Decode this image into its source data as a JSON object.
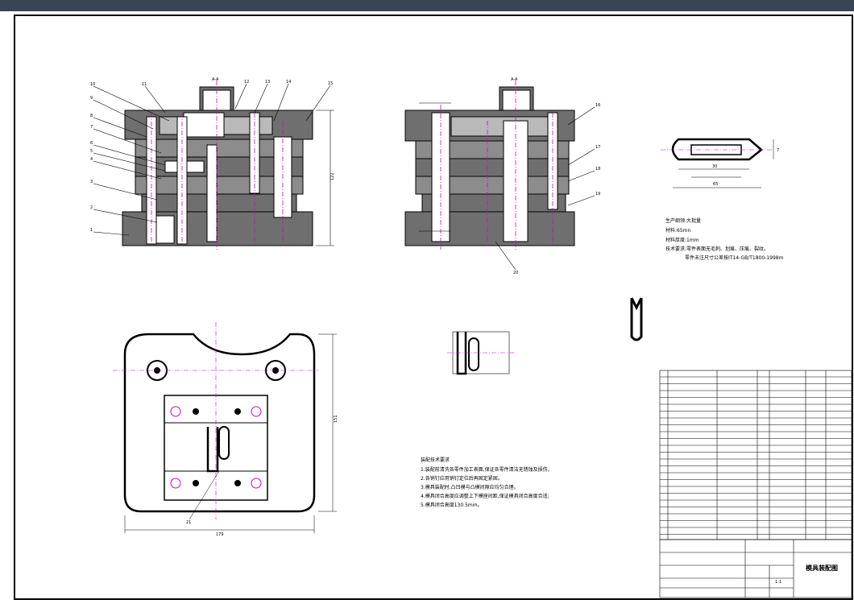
{
  "drawing": {
    "section_label_left": "A-A",
    "section_label_mid": "A-A",
    "balloons_left": [
      "10",
      "11",
      "12",
      "13",
      "14",
      "15",
      "9",
      "8",
      "7",
      "6",
      "5",
      "4",
      "3",
      "2",
      "1"
    ],
    "balloons_mid": [
      "16",
      "17",
      "18",
      "19",
      "20"
    ],
    "balloon_plan": "21",
    "dim_height_left": "122",
    "dim_plan_width": "179",
    "dim_plan_height": "151",
    "part_dims": [
      "65",
      "30",
      "7"
    ],
    "material_block": {
      "line1": "生产纲领:大批量",
      "line2": "材料:65mn",
      "line3": "材料厚度:1mm",
      "line4": "技术要求:零件表面无毛刺、划痕、压痕、裂纹。",
      "line5": "零件未注尺寸公差按IT14-GB/T1800-1998m"
    },
    "tech_requirements": {
      "title": "装配技术要求",
      "items": [
        "1.装配前清洗各零件加工表面,保证各零件清洁无锈蚀及损伤。",
        "2.各销钉应用销钉定位后再固定紧固。",
        "3.模具装配时,凸凹模与凸模间隙应均匀合理。",
        "4.模具闭合高度应调整上下模座间距,保证模具闭合高度合适;",
        "5.模具闭合高度130.5mm。"
      ]
    },
    "title_block": {
      "title": "模具装配图",
      "scale": "1:1"
    }
  }
}
